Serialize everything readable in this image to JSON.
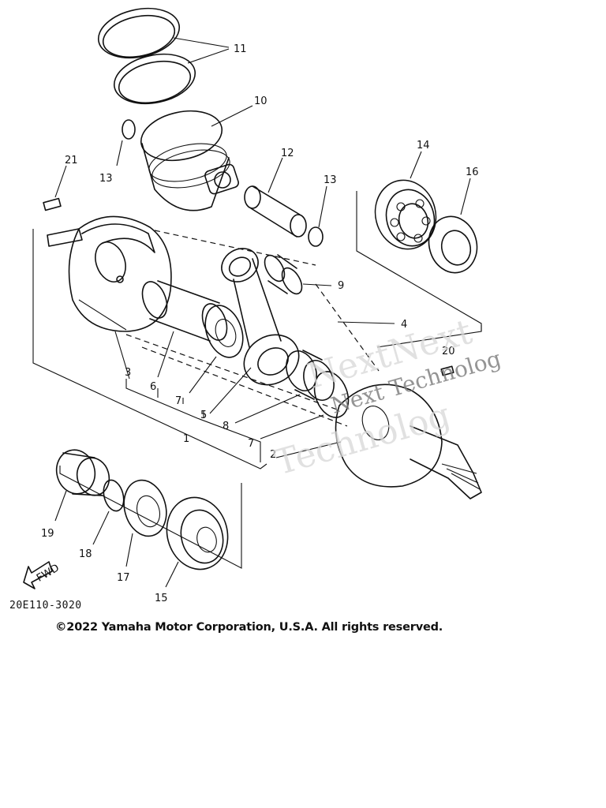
{
  "parts": [
    {
      "label": "11",
      "name": "piston-ring"
    },
    {
      "label": "10",
      "name": "piston"
    },
    {
      "label": "13",
      "name": "circlip-left"
    },
    {
      "label": "13",
      "name": "circlip-right"
    },
    {
      "label": "12",
      "name": "piston-pin"
    },
    {
      "label": "21",
      "name": "key-21"
    },
    {
      "label": "14",
      "name": "bearing-14"
    },
    {
      "label": "16",
      "name": "oil-seal-16"
    },
    {
      "label": "9",
      "name": "small-end-bearing"
    },
    {
      "label": "4",
      "name": "crank-right-assy"
    },
    {
      "label": "20",
      "name": "key-20"
    },
    {
      "label": "3",
      "name": "crank-left"
    },
    {
      "label": "6",
      "name": "crank-pin"
    },
    {
      "label": "7",
      "name": "washer-left"
    },
    {
      "label": "5",
      "name": "connecting-rod"
    },
    {
      "label": "1",
      "name": "crankshaft-assy"
    },
    {
      "label": "8",
      "name": "big-end-bearing"
    },
    {
      "label": "7",
      "name": "washer-right"
    },
    {
      "label": "2",
      "name": "crank-right"
    },
    {
      "label": "19",
      "name": "spacer-19"
    },
    {
      "label": "18",
      "name": "o-ring-18"
    },
    {
      "label": "17",
      "name": "oil-seal-17"
    },
    {
      "label": "15",
      "name": "bearing-15"
    }
  ],
  "fwd_label": "FWD",
  "diagram_code": "20E110-3020",
  "watermark": {
    "line1": "NextNext",
    "line2": "Next Technolog",
    "line3": "Technolog"
  },
  "copyright": "©2022 Yamaha Motor Corporation, U.S.A. All rights reserved."
}
